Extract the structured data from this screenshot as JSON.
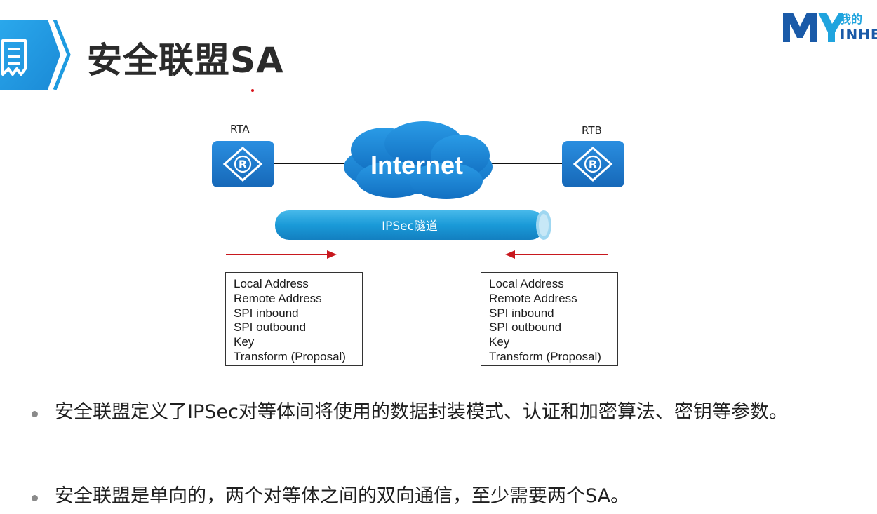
{
  "header": {
    "title": "安全联盟SA",
    "badge_color": "#1e9be0"
  },
  "logo": {
    "text_top": "我的",
    "text_bottom": "INHE",
    "color_light": "#20a4de",
    "color_dark": "#1a5aa8"
  },
  "diagram": {
    "router_left": {
      "label": "RTA",
      "symbol": "R"
    },
    "router_right": {
      "label": "RTB",
      "symbol": "R"
    },
    "cloud_label": "Internet",
    "tunnel_label": "IPSec隧道",
    "colors": {
      "router_blue": "#1f7fd0",
      "cloud_blue": "#1a86d6",
      "tunnel_blue": "#1a9ad8",
      "arrow_red": "#c8181e"
    },
    "sa_left": [
      "Local Address",
      "Remote Address",
      "SPI inbound",
      "SPI outbound",
      "Key",
      "Transform (Proposal)"
    ],
    "sa_right": [
      "Local Address",
      "Remote Address",
      "SPI inbound",
      "SPI outbound",
      "Key",
      "Transform (Proposal)"
    ]
  },
  "bullets": [
    "安全联盟定义了IPSec对等体间将使用的数据封装模式、认证和加密算法、密钥等参数。",
    "安全联盟是单向的，两个对等体之间的双向通信，至少需要两个SA。"
  ]
}
